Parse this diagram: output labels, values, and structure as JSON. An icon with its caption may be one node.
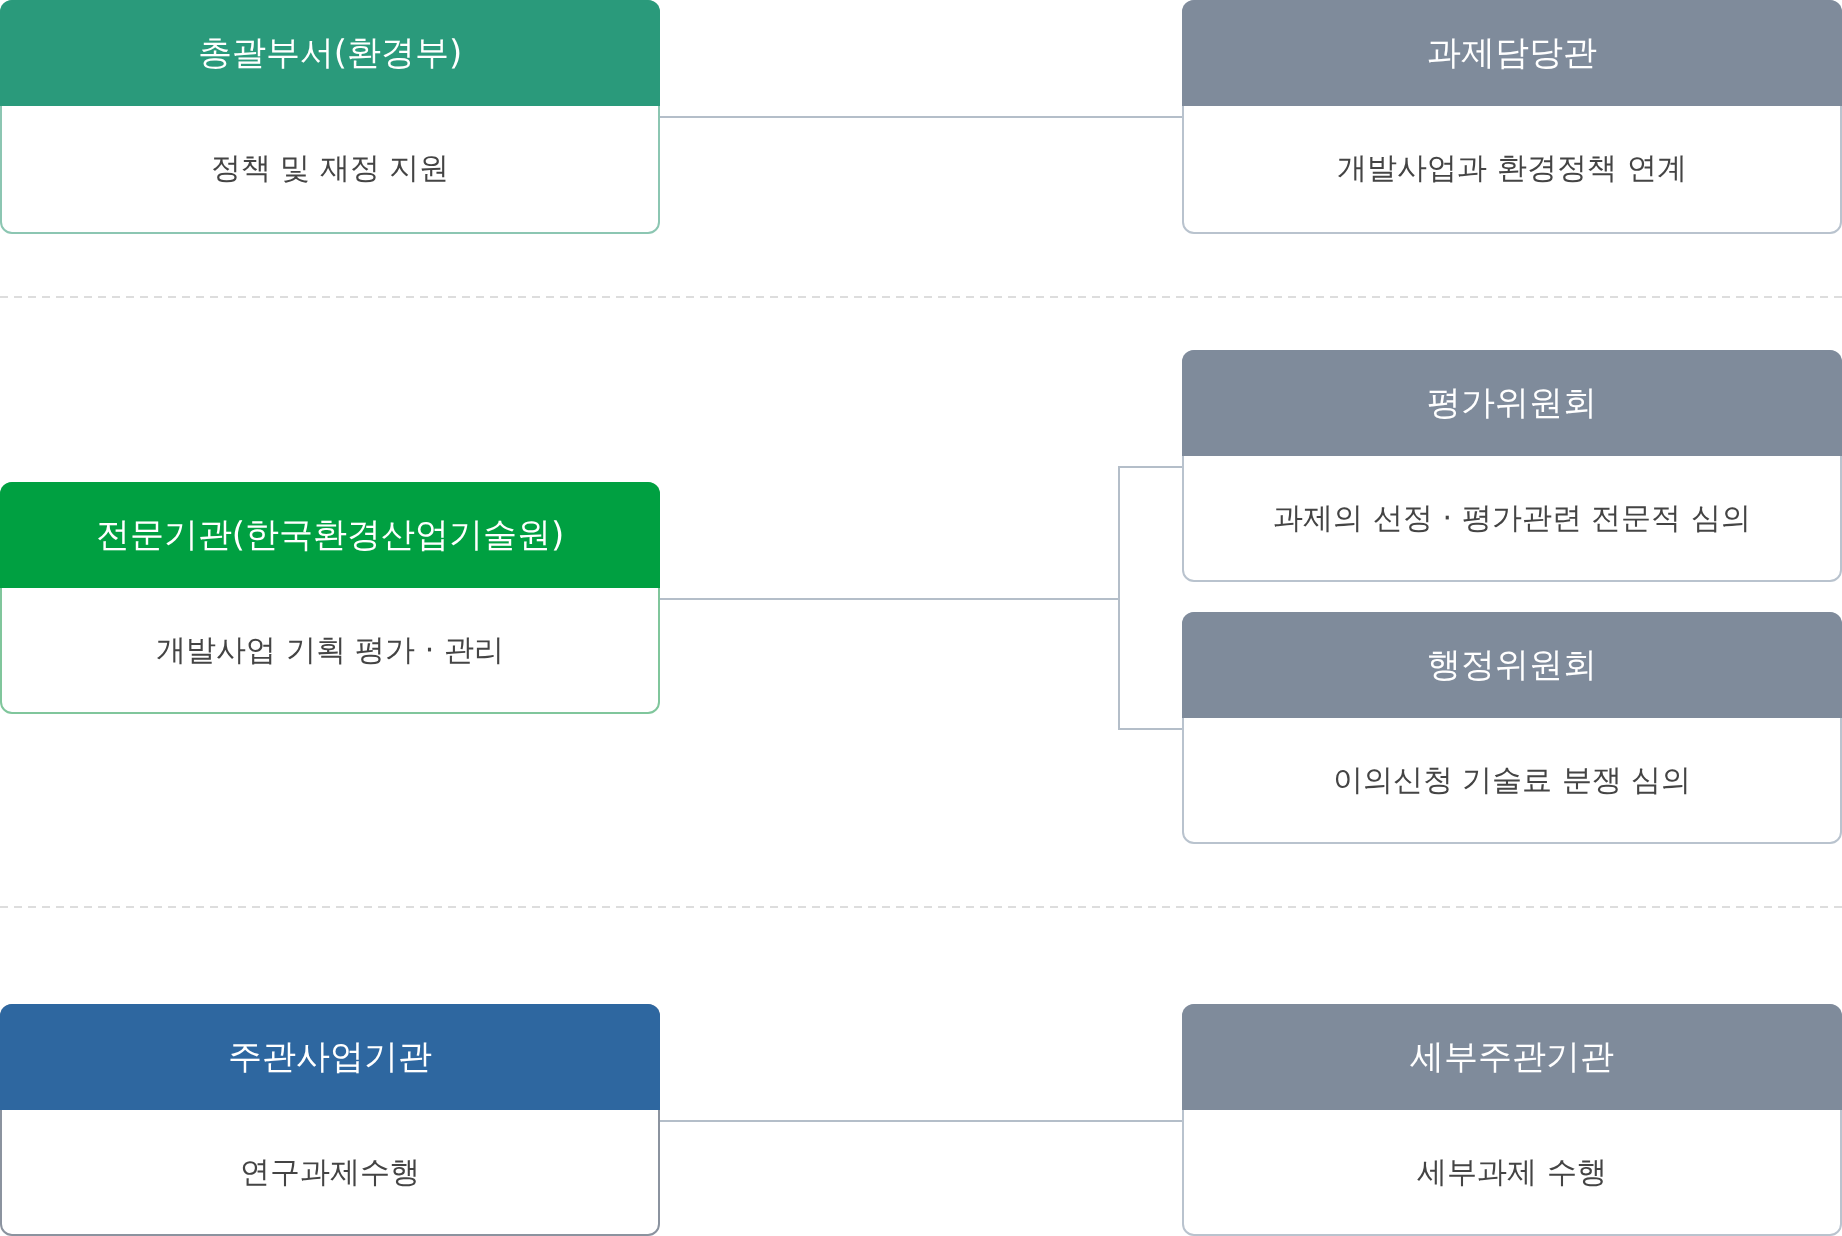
{
  "diagram": {
    "nodes": [
      {
        "text": [
          "총괄부서(환경부)",
          "정책 및 재정 지원"
        ]
      },
      {
        "text": [
          "과제담당관",
          "개발사업과 환경정책 연계"
        ]
      },
      {
        "text": [
          "전문기관(한국환경산업기술원)",
          "개발사업 기획 평가 · 관리"
        ]
      },
      {
        "text": [
          "평가위원회",
          "과제의 선정 · 평가관련 전문적 심의"
        ]
      },
      {
        "text": [
          "행정위원회",
          "이의신청 기술료 분쟁 심의"
        ]
      },
      {
        "text": [
          "주관사업기관",
          "연구과제수행"
        ]
      },
      {
        "text": [
          "세부주관기관",
          "세부과제 수행"
        ]
      }
    ],
    "edges": [
      {
        "from": 0,
        "to": 1,
        "arrow": "none"
      },
      {
        "from": 2,
        "to": 3,
        "arrow": "none"
      },
      {
        "from": 2,
        "to": 4,
        "arrow": "none"
      },
      {
        "from": 5,
        "to": 6,
        "arrow": "none"
      }
    ]
  }
}
